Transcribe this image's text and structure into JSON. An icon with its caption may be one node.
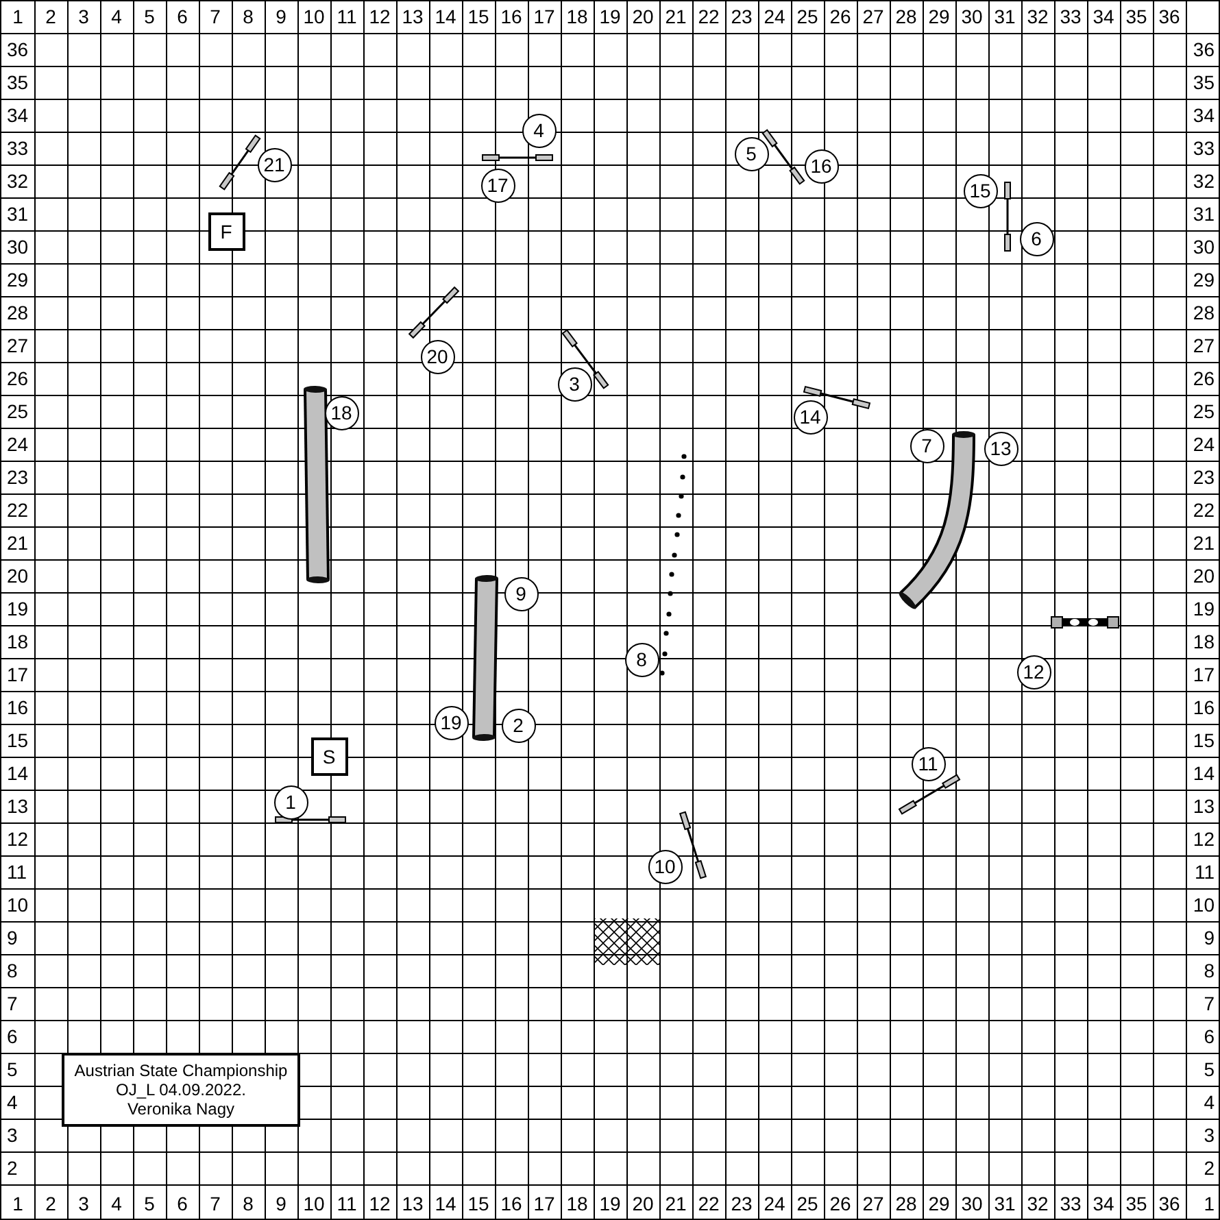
{
  "diagram": {
    "nodes": [
      {
        "text": [
          "4"
        ]
      },
      {
        "text": [
          "21"
        ]
      },
      {
        "text": [
          "5"
        ]
      },
      {
        "text": [
          "16"
        ]
      },
      {
        "text": [
          "17"
        ]
      },
      {
        "text": [
          "15"
        ]
      },
      {
        "text": [
          "F"
        ]
      },
      {
        "text": [
          "6"
        ]
      },
      {
        "text": [
          "20"
        ]
      },
      {
        "text": [
          "3"
        ]
      },
      {
        "text": [
          "18"
        ]
      },
      {
        "text": [
          "14"
        ]
      },
      {
        "text": [
          "7"
        ]
      },
      {
        "text": [
          "13"
        ]
      },
      {
        "text": [
          "9"
        ]
      },
      {
        "text": [
          "8"
        ]
      },
      {
        "text": [
          "12"
        ]
      },
      {
        "text": [
          "19"
        ]
      },
      {
        "text": [
          "2"
        ]
      },
      {
        "text": [
          "S"
        ]
      },
      {
        "text": [
          "11"
        ]
      },
      {
        "text": [
          "1"
        ]
      },
      {
        "text": [
          "10"
        ]
      },
      {
        "text": [
          "Austrian State Championship",
          "OJ_L 04.09.2022.",
          "Veronika Nagy"
        ]
      }
    ],
    "labels": [
      "1",
      "2",
      "3",
      "4",
      "5",
      "6",
      "7",
      "8",
      "9",
      "10",
      "11",
      "12",
      "13",
      "14",
      "15",
      "16",
      "17",
      "18",
      "19",
      "20",
      "21",
      "22",
      "23",
      "24",
      "25",
      "26",
      "27",
      "28",
      "29",
      "30",
      "31",
      "32",
      "33",
      "34",
      "35",
      "36",
      "36",
      "36",
      "35",
      "35",
      "34",
      "34",
      "33",
      "33",
      "32",
      "32",
      "31",
      "31",
      "30",
      "30",
      "29",
      "29",
      "28",
      "28",
      "27",
      "27",
      "26",
      "26",
      "25",
      "25",
      "24",
      "24",
      "23",
      "23",
      "22",
      "22",
      "21",
      "21",
      "20",
      "20",
      "19",
      "19",
      "18",
      "18",
      "17",
      "17",
      "16",
      "16",
      "15",
      "15",
      "14",
      "14",
      "13",
      "13",
      "12",
      "12",
      "11",
      "11",
      "10",
      "10",
      "9",
      "9",
      "8",
      "8",
      "7",
      "7",
      "6",
      "6",
      "5",
      "5",
      "4",
      "4",
      "3",
      "3",
      "2",
      "2",
      "1",
      "2",
      "3",
      "4",
      "5",
      "6",
      "7",
      "8",
      "9",
      "10",
      "11",
      "12",
      "13",
      "14",
      "15",
      "16",
      "17",
      "18",
      "19",
      "20",
      "21",
      "22",
      "23",
      "24",
      "25",
      "26",
      "27",
      "28",
      "29",
      "30",
      "31",
      "32",
      "33",
      "34",
      "35",
      "36",
      "1"
    ]
  }
}
